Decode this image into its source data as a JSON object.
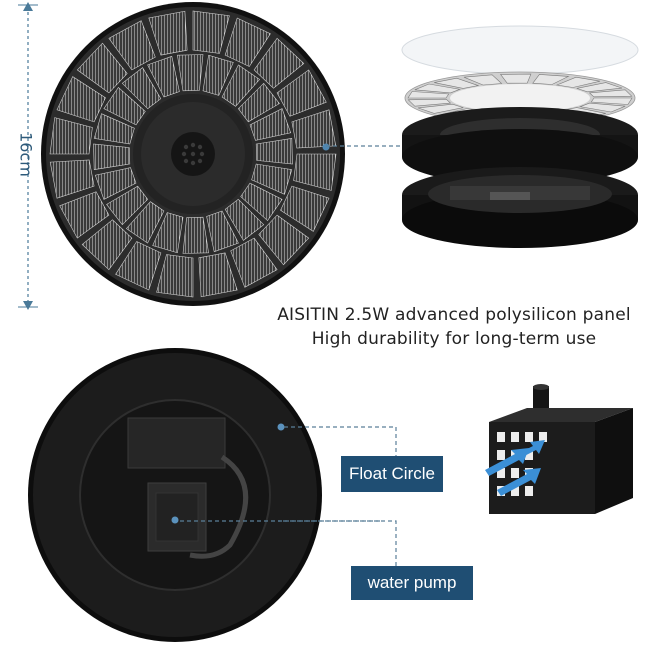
{
  "dimension": {
    "label": "16cm"
  },
  "caption": {
    "line1": "AISITIN 2.5W advanced polysilicon panel",
    "line2": "High durability for long-term use"
  },
  "labels": {
    "float_circle": "Float Circle",
    "water_pump": "water pump"
  },
  "colors": {
    "label_bg": "#1f4e73",
    "guide_line": "#5a7f99",
    "panel": "#2a2a2a"
  }
}
